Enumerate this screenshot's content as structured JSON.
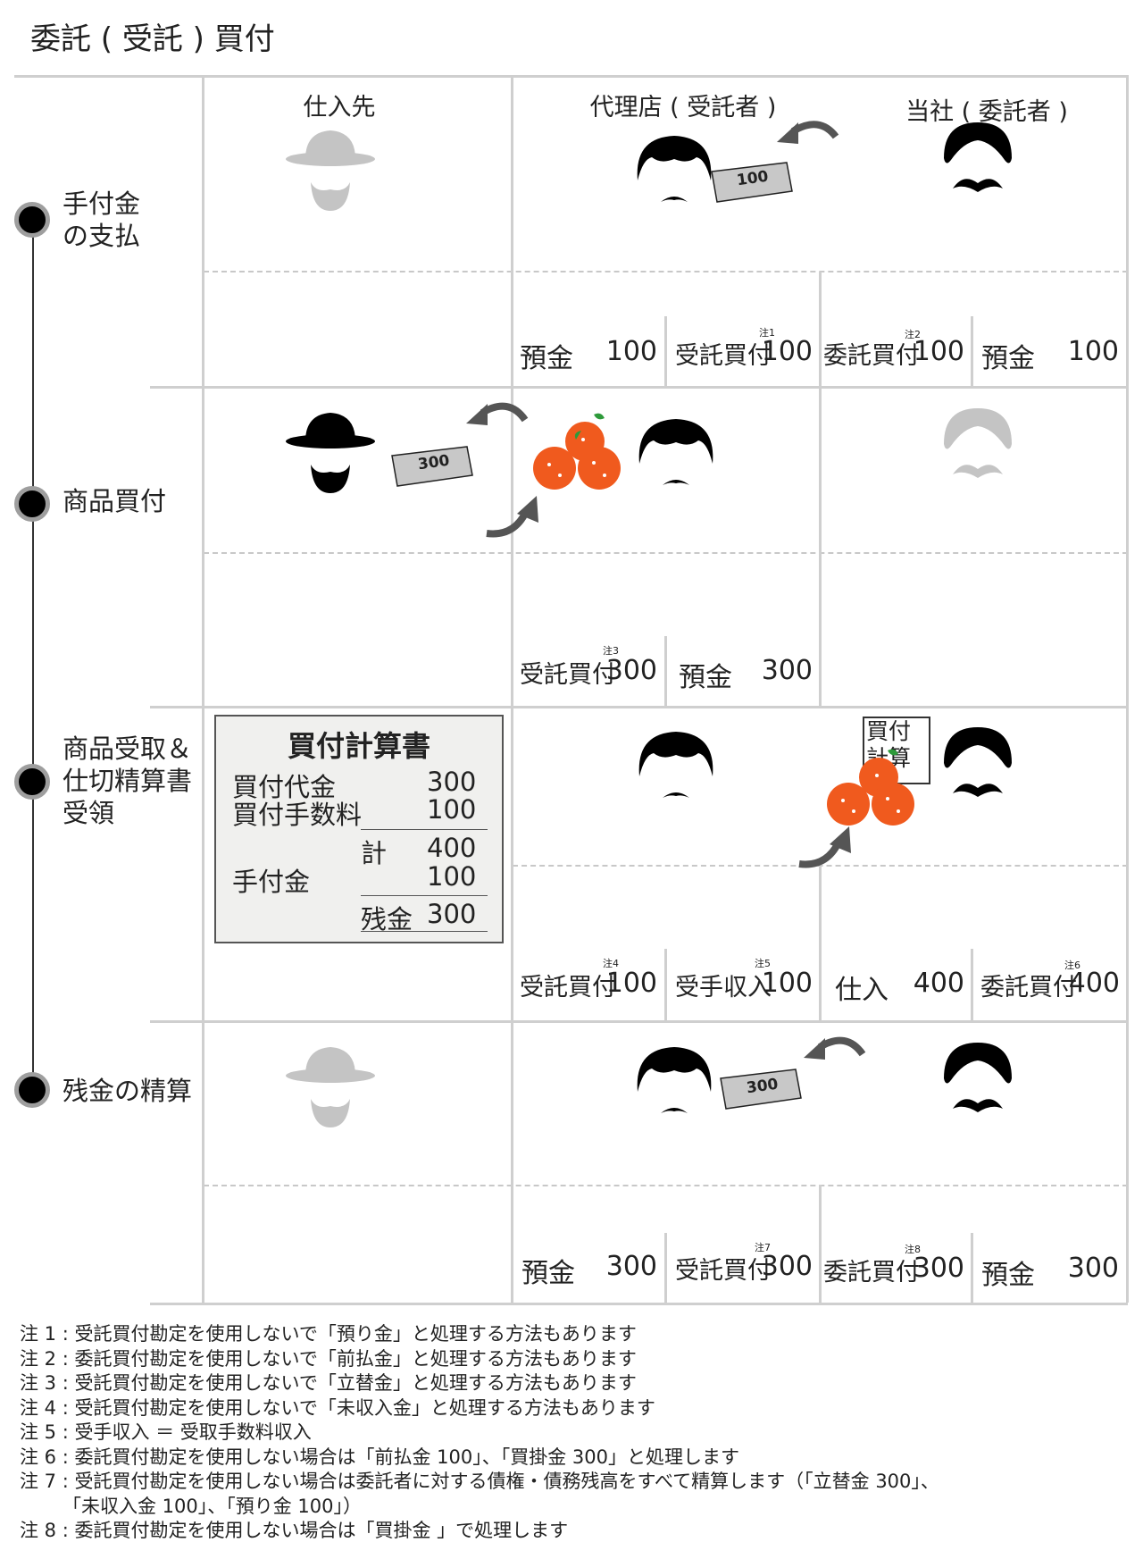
{
  "title": "委託 ( 受託 ) 買付",
  "columns": {
    "supplier": "仕入先",
    "agent": "代理店 ( 受託者 )",
    "company": "当社 ( 委託者 )"
  },
  "stages": [
    {
      "label_lines": [
        "手付金",
        "の支払"
      ]
    },
    {
      "label_lines": [
        "商品買付"
      ]
    },
    {
      "label_lines": [
        "商品受取＆",
        "仕切精算書",
        "受領"
      ]
    },
    {
      "label_lines": [
        "残金の精算"
      ]
    }
  ],
  "money_notes": {
    "stage1": "100",
    "stage2": "300",
    "stage4": "300"
  },
  "entries": {
    "s1": [
      {
        "account": "預金",
        "amount": "100",
        "note": ""
      },
      {
        "account": "受託買付",
        "amount": "100",
        "note": "注1"
      },
      {
        "account": "委託買付",
        "amount": "100",
        "note": "注2"
      },
      {
        "account": "預金",
        "amount": "100",
        "note": ""
      }
    ],
    "s2": [
      {
        "account": "受託買付",
        "amount": "300",
        "note": "注3"
      },
      {
        "account": "預金",
        "amount": "300",
        "note": ""
      }
    ],
    "s3": [
      {
        "account": "受託買付",
        "amount": "100",
        "note": "注4"
      },
      {
        "account": "受手収入",
        "amount": "100",
        "note": "注5"
      },
      {
        "account": "仕入",
        "amount": "400",
        "note": ""
      },
      {
        "account": "委託買付",
        "amount": "400",
        "note": "注6"
      }
    ],
    "s4": [
      {
        "account": "預金",
        "amount": "300",
        "note": ""
      },
      {
        "account": "受託買付",
        "amount": "300",
        "note": "注7"
      },
      {
        "account": "委託買付",
        "amount": "300",
        "note": "注8"
      },
      {
        "account": "預金",
        "amount": "300",
        "note": ""
      }
    ]
  },
  "statement": {
    "title": "買付計算書",
    "rows": [
      {
        "label": "買付代金",
        "value": "300"
      },
      {
        "label": "買付手数料",
        "value": "100"
      },
      {
        "label": "計",
        "value": "400"
      },
      {
        "label": "手付金",
        "value": "100"
      },
      {
        "label": "残金",
        "value": "300"
      }
    ]
  },
  "document_icon": {
    "line1": "買付",
    "line2": "計算書"
  },
  "footnotes": [
    "注 1 : 受託買付勘定を使用しないで「預り金」と処理する方法もあります",
    "注 2 : 委託買付勘定を使用しないで「前払金」と処理する方法もあります",
    "注 3 : 受託買付勘定を使用しないで「立替金」と処理する方法もあります",
    "注 4 : 受託買付勘定を使用しないで「未収入金」と処理する方法もあります",
    "注 5 : 受手収入 ＝ 受取手数料収入",
    "注 6 : 委託買付勘定を使用しない場合は「前払金 100」、「買掛金 300」と処理します",
    "注 7 : 受託買付勘定を使用しない場合は委託者に対する債権・債務残高をすべて精算します（「立替金 300」、",
    "「未収入金 100」、「預り金 100」）",
    "注 8 : 委託買付勘定を使用しない場合は「買掛金 」で処理します"
  ],
  "colors": {
    "line": "#cfcfcf",
    "orange": "#f05a1e",
    "leaf": "#2e9a3a",
    "money": "#c8c8c8",
    "arrow": "#555555",
    "faded": "#c4c4c4"
  }
}
